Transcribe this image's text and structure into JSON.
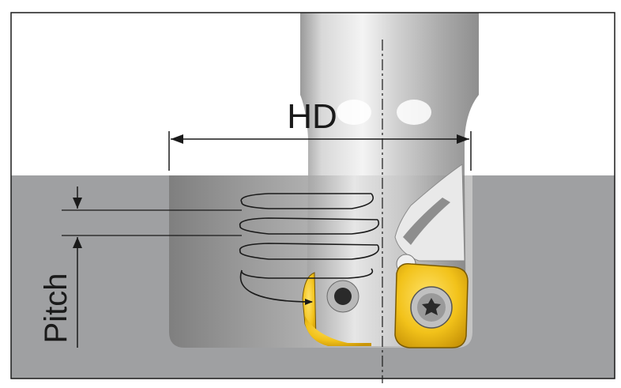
{
  "labels": {
    "hole_diameter": "HD",
    "pitch": "Pitch"
  },
  "colors": {
    "workpiece": "#9fa0a2",
    "insert_gold": "#f2c21a",
    "outline": "#1a1a1a",
    "background": "#ffffff"
  },
  "icons": [
    "helix-path",
    "arrow-head",
    "screw-torx-icon"
  ]
}
